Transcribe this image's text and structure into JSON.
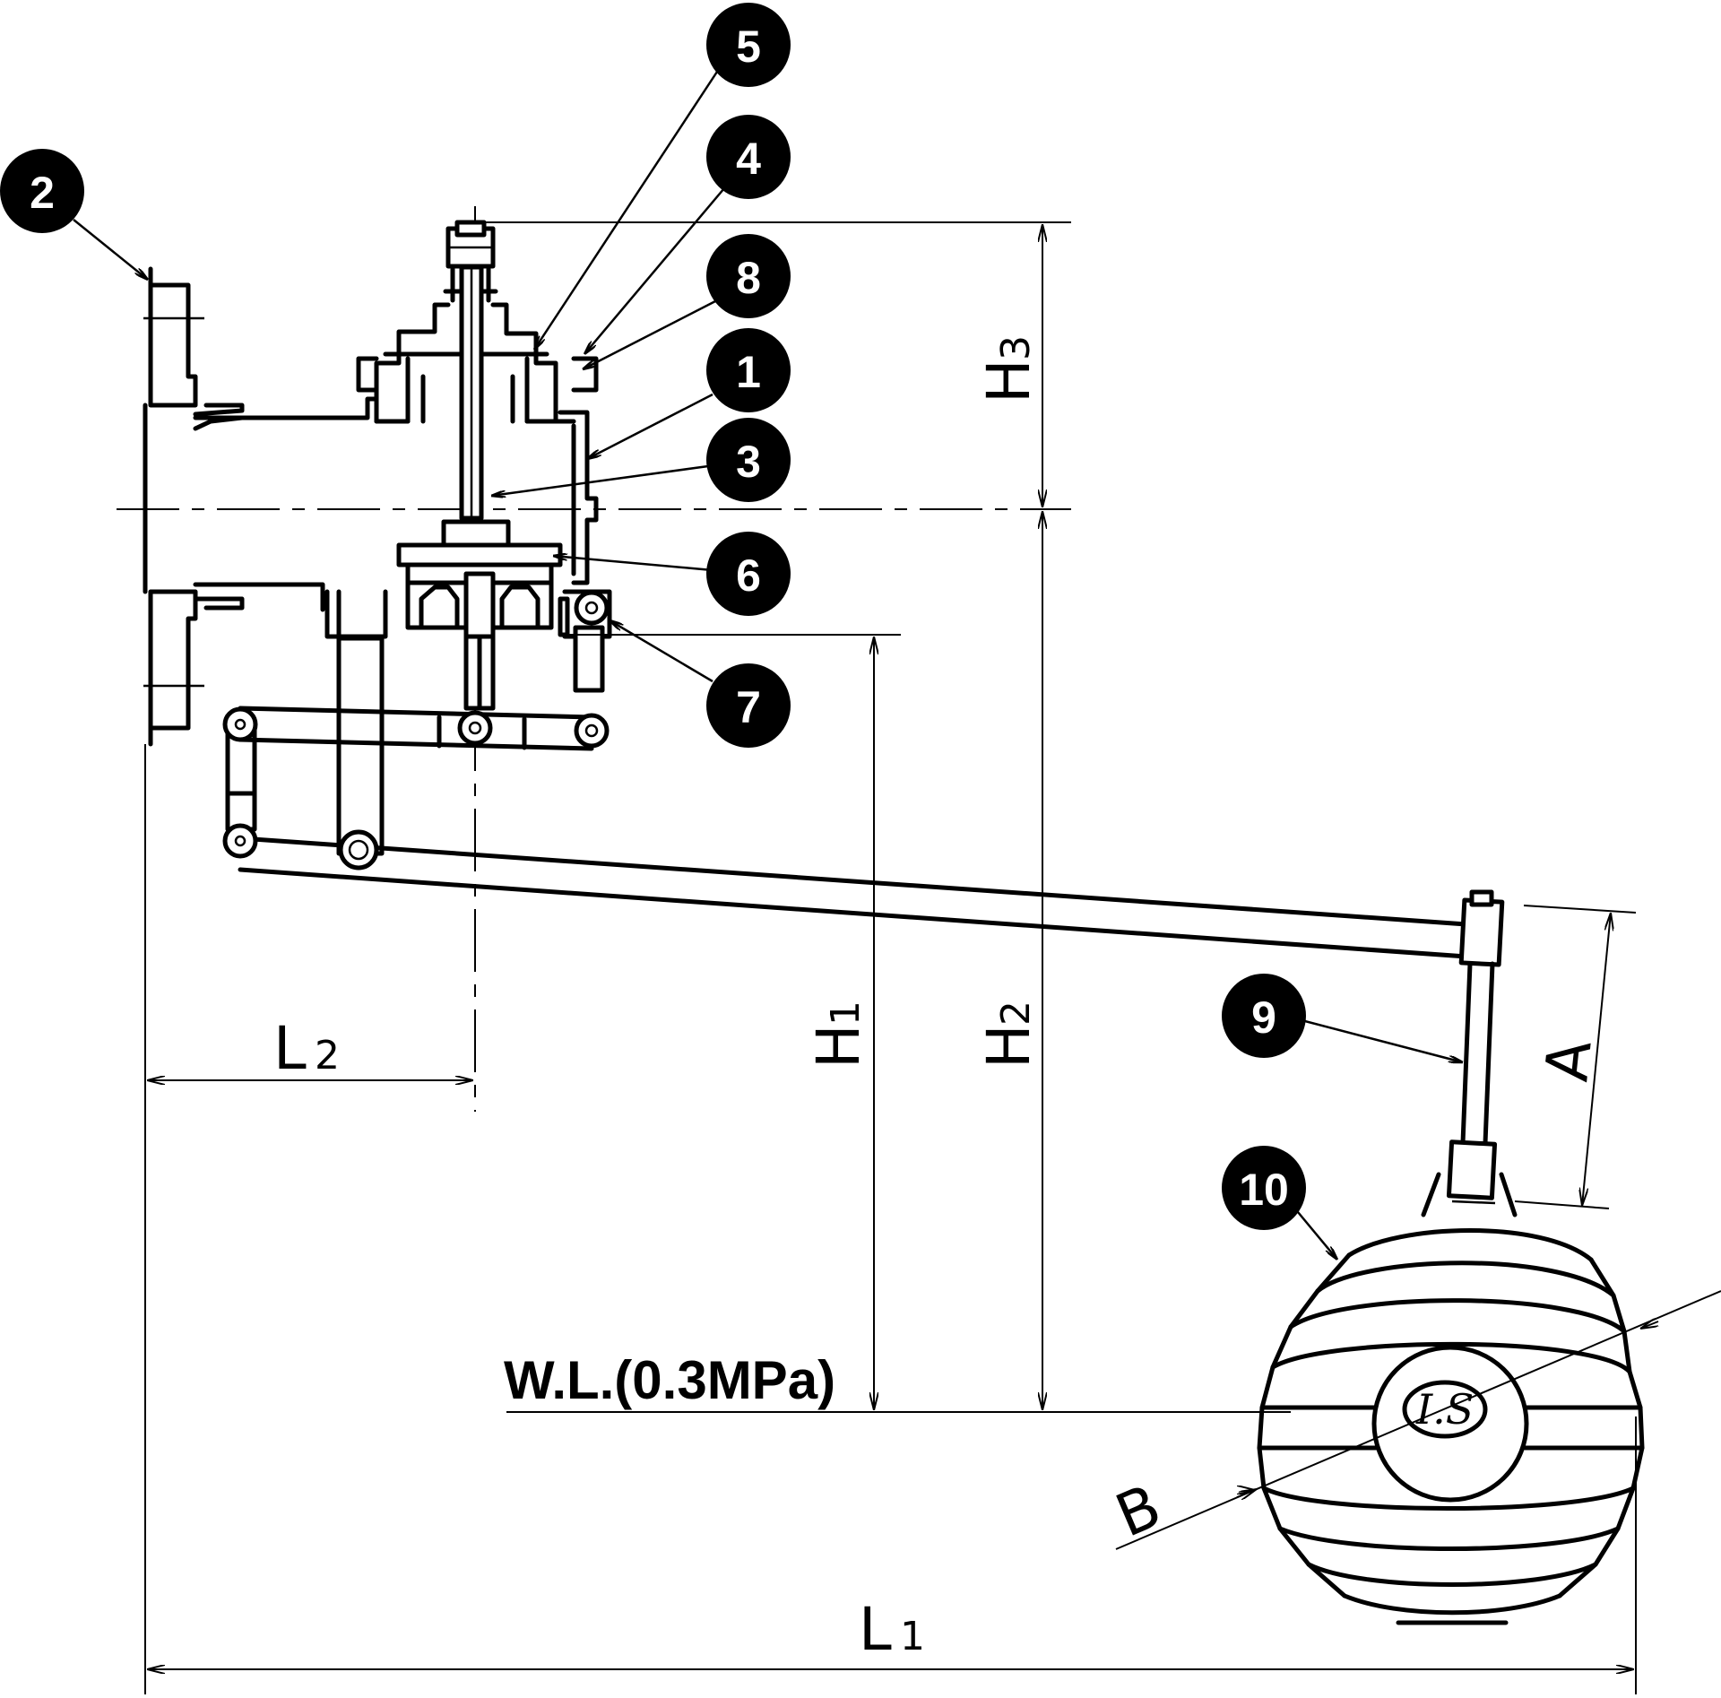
{
  "callouts": {
    "c1": "1",
    "c2": "2",
    "c3": "3",
    "c4": "4",
    "c5": "5",
    "c6": "6",
    "c7": "7",
    "c8": "8",
    "c9": "9",
    "c10": "10"
  },
  "dimensions": {
    "H1": {
      "main": "H",
      "sub": "1"
    },
    "H2": {
      "main": "H",
      "sub": "2"
    },
    "H3": {
      "main": "H",
      "sub": "3"
    },
    "L1": {
      "main": "L",
      "sub": "1"
    },
    "L2": {
      "main": "L",
      "sub": "2"
    },
    "A": "A",
    "B": "B"
  },
  "water_level_label": "W.L.(0.3MPa)",
  "float_logo": "I.S"
}
